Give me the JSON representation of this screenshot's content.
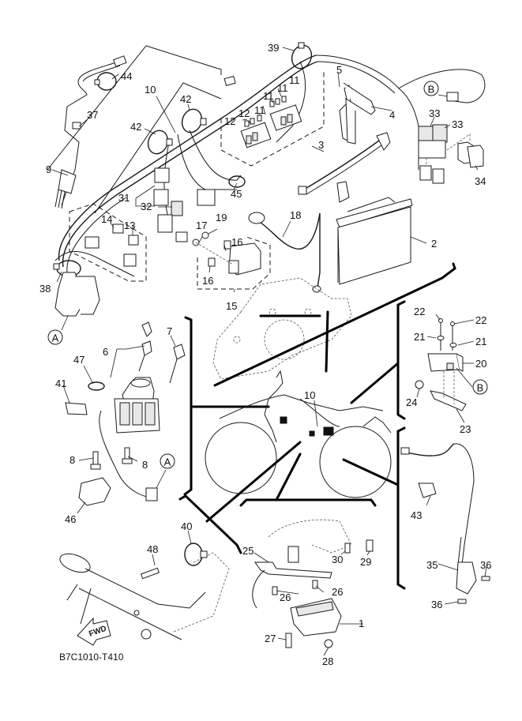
{
  "diagram": {
    "title_code": "B7C1010-T410",
    "fwd_label": "FWD",
    "reference_markers": [
      {
        "id": "marker-a-1",
        "label": "A"
      },
      {
        "id": "marker-a-2",
        "label": "A"
      },
      {
        "id": "marker-b-1",
        "label": "B"
      },
      {
        "id": "marker-b-2",
        "label": "B"
      }
    ],
    "callouts": [
      {
        "id": "c44",
        "label": "44",
        "part": "wire-band"
      },
      {
        "id": "c37",
        "label": "37",
        "part": "connector-clip"
      },
      {
        "id": "c9",
        "label": "9",
        "part": "sensor"
      },
      {
        "id": "c10a",
        "label": "10",
        "part": "wire-harness"
      },
      {
        "id": "c42a",
        "label": "42",
        "part": "band"
      },
      {
        "id": "c42b",
        "label": "42",
        "part": "band"
      },
      {
        "id": "c39",
        "label": "39",
        "part": "band"
      },
      {
        "id": "c5",
        "label": "5",
        "part": "battery-band-clip"
      },
      {
        "id": "c4",
        "label": "4",
        "part": "battery-band"
      },
      {
        "id": "c11a",
        "label": "11",
        "part": "fuse"
      },
      {
        "id": "c11b",
        "label": "11",
        "part": "fuse"
      },
      {
        "id": "c11c",
        "label": "11",
        "part": "fuse"
      },
      {
        "id": "c11d",
        "label": "11",
        "part": "fuse"
      },
      {
        "id": "c12a",
        "label": "12",
        "part": "fuse"
      },
      {
        "id": "c12b",
        "label": "12",
        "part": "fuse"
      },
      {
        "id": "c3",
        "label": "3",
        "part": "minus-lead"
      },
      {
        "id": "c33a",
        "label": "33",
        "part": "relay"
      },
      {
        "id": "c33b",
        "label": "33",
        "part": "relay"
      },
      {
        "id": "c34",
        "label": "34",
        "part": "relay-cover"
      },
      {
        "id": "c45",
        "label": "45",
        "part": "band"
      },
      {
        "id": "c31",
        "label": "31",
        "part": "relay"
      },
      {
        "id": "c32",
        "label": "32",
        "part": "cover"
      },
      {
        "id": "c14",
        "label": "14",
        "part": "relay"
      },
      {
        "id": "c13",
        "label": "13",
        "part": "fuse"
      },
      {
        "id": "c38",
        "label": "38",
        "part": "band"
      },
      {
        "id": "c17",
        "label": "17",
        "part": "bolt"
      },
      {
        "id": "c19",
        "label": "19",
        "part": "nut"
      },
      {
        "id": "c18",
        "label": "18",
        "part": "starter-motor-lead"
      },
      {
        "id": "c16a",
        "label": "16",
        "part": "fuse"
      },
      {
        "id": "c16b",
        "label": "16",
        "part": "fuse"
      },
      {
        "id": "c15",
        "label": "15",
        "part": "starter-relay-assy"
      },
      {
        "id": "c2",
        "label": "2",
        "part": "battery"
      },
      {
        "id": "c6",
        "label": "6",
        "part": "main-switch-assy"
      },
      {
        "id": "c7",
        "label": "7",
        "part": "key"
      },
      {
        "id": "c47",
        "label": "47",
        "part": "band"
      },
      {
        "id": "c41",
        "label": "41",
        "part": "band"
      },
      {
        "id": "c8a",
        "label": "8",
        "part": "bolt"
      },
      {
        "id": "c8b",
        "label": "8",
        "part": "bolt"
      },
      {
        "id": "c46",
        "label": "46",
        "part": "cover"
      },
      {
        "id": "c22a",
        "label": "22",
        "part": "bolt"
      },
      {
        "id": "c22b",
        "label": "22",
        "part": "bolt"
      },
      {
        "id": "c21a",
        "label": "21",
        "part": "washer"
      },
      {
        "id": "c21b",
        "label": "21",
        "part": "washer"
      },
      {
        "id": "c20",
        "label": "20",
        "part": "hazard-relay"
      },
      {
        "id": "c24",
        "label": "24",
        "part": "bolt"
      },
      {
        "id": "c23",
        "label": "23",
        "part": "bracket"
      },
      {
        "id": "c10b",
        "label": "10",
        "part": "wire-harness"
      },
      {
        "id": "c43",
        "label": "43",
        "part": "band"
      },
      {
        "id": "c35",
        "label": "35",
        "part": "switch"
      },
      {
        "id": "c36a",
        "label": "36",
        "part": "screw"
      },
      {
        "id": "c36b",
        "label": "36",
        "part": "screw"
      },
      {
        "id": "c40",
        "label": "40",
        "part": "band"
      },
      {
        "id": "c48",
        "label": "48",
        "part": "tube"
      },
      {
        "id": "c25",
        "label": "25",
        "part": "bracket"
      },
      {
        "id": "c30",
        "label": "30",
        "part": "bolt"
      },
      {
        "id": "c29",
        "label": "29",
        "part": "bolt"
      },
      {
        "id": "c26a",
        "label": "26",
        "part": "bolt"
      },
      {
        "id": "c26b",
        "label": "26",
        "part": "bolt"
      },
      {
        "id": "c1",
        "label": "1",
        "part": "rectifier-regulator"
      },
      {
        "id": "c27",
        "label": "27",
        "part": "bolt"
      },
      {
        "id": "c28",
        "label": "28",
        "part": "nut"
      }
    ]
  }
}
